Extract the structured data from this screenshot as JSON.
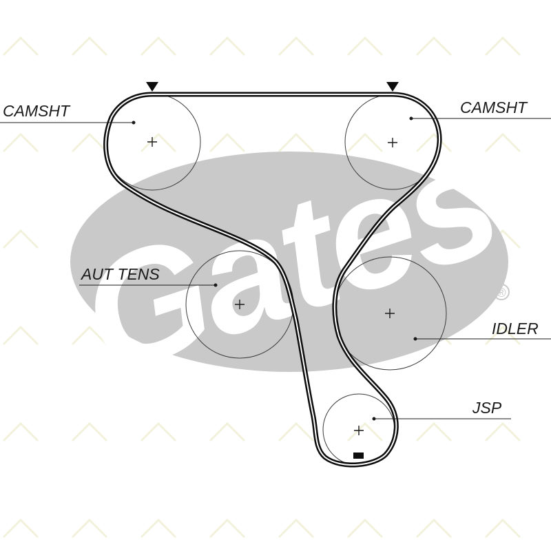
{
  "labels": {
    "camshaft_left": "CAMSHT",
    "camshaft_right": "CAMSHT",
    "auto_tensioner": "AUT TENS",
    "idler": "IDLER",
    "jackshaft": "JSP"
  },
  "watermark": {
    "brand_text": "Gates",
    "registered_mark": "®",
    "background_color": "#c9c9c9"
  },
  "colors": {
    "belt": "#0d0d0d",
    "line": "#1a1a1a",
    "background": "#ffffff"
  }
}
